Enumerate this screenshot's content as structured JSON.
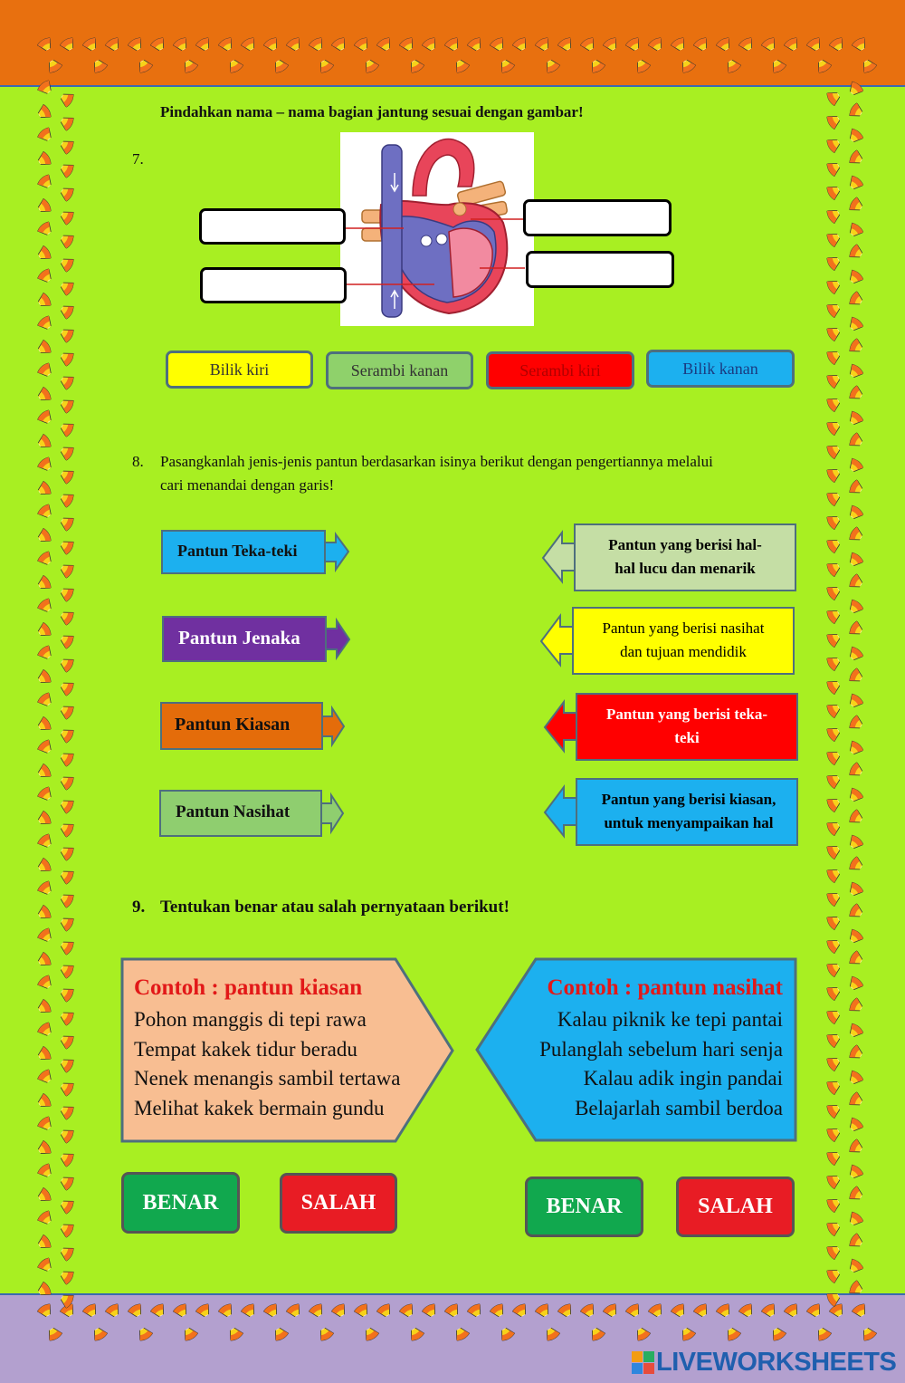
{
  "instruction_7": "Pindahkan nama – nama bagian jantung sesuai dengan gambar!",
  "q7_number": "7.",
  "q7_chips": [
    {
      "label": "Bilik kiri",
      "bg": "#ffff00",
      "color": "#333333"
    },
    {
      "label": "Serambi kanan",
      "bg": "#8fd16b",
      "color": "#333333"
    },
    {
      "label": "Serambi kiri",
      "bg": "#ff0000",
      "color": "#b00000"
    },
    {
      "label": "Bilik kanan",
      "bg": "#1cb0ef",
      "color": "#1a3a80"
    }
  ],
  "q8": {
    "number": "8.",
    "text_line1": "Pasangkanlah jenis-jenis pantun berdasarkan isinya berikut dengan pengertiannya melalui",
    "text_line2": "cari menandai dengan garis!",
    "left": [
      {
        "label": "Pantun Teka-teki",
        "bg": "#1cb0ef",
        "color": "#0b1a40"
      },
      {
        "label": "Pantun Jenaka",
        "bg": "#7030a0",
        "color": "#ffffff"
      },
      {
        "label": "Pantun Kiasan",
        "bg": "#e46c0a",
        "color": "#111111"
      },
      {
        "label": "Pantun Nasihat",
        "bg": "#8fce6f",
        "color": "#111111"
      }
    ],
    "right": [
      {
        "line1": "Pantun yang berisi hal-",
        "line2": "hal lucu dan menarik",
        "bg": "#c5dea5",
        "color": "#111111"
      },
      {
        "line1": "Pantun yang berisi nasihat",
        "line2": "dan tujuan mendidik",
        "bg": "#ffff00",
        "color": "#111111"
      },
      {
        "line1": "Pantun yang berisi teka-",
        "line2": "teki",
        "bg": "#ff0000",
        "color": "#ffffff"
      },
      {
        "line1": "Pantun yang berisi kiasan,",
        "line2": "untuk menyampaikan hal",
        "bg": "#1cb0ef",
        "color": "#111111"
      }
    ]
  },
  "q9": {
    "number": "9.",
    "text": "Tentukan benar atau salah pernyataan berikut!",
    "left_card": {
      "title": "Contoh : pantun kiasan",
      "lines": [
        "Pohon manggis di tepi rawa",
        "Tempat kakek tidur beradu",
        "Nenek menangis sambil tertawa",
        "Melihat kakek bermain gundu"
      ]
    },
    "right_card": {
      "title": "Contoh : pantun nasihat",
      "lines": [
        "Kalau piknik ke tepi pantai",
        "Pulanglah sebelum hari senja",
        "Kalau adik ingin pandai",
        "Belajarlah sambil berdoa"
      ]
    },
    "true_label": "BENAR",
    "false_label": "SALAH"
  },
  "colors": {
    "page_bg": "#a8ef22",
    "top_band": "#e8700f",
    "bottom_band": "#b3a0cf",
    "title_red": "#e21818"
  },
  "brand": "LIVEWORKSHEETS"
}
